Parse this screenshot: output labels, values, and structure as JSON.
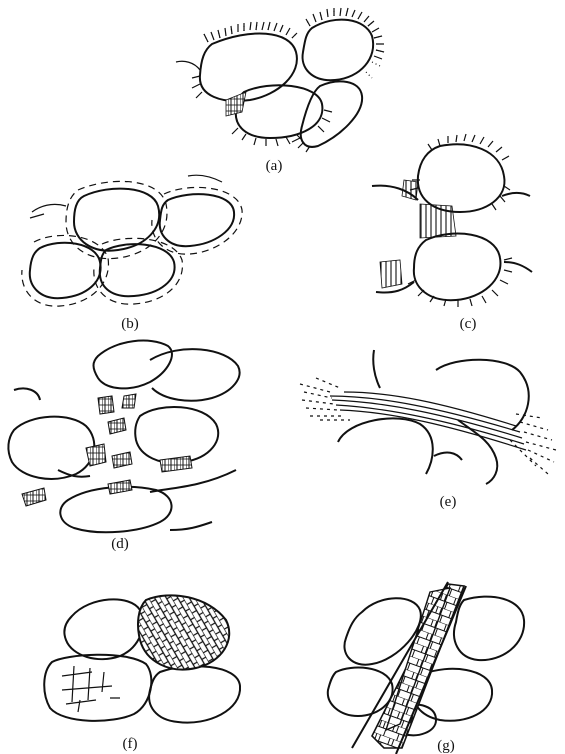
{
  "figure": {
    "panels": [
      {
        "id": "a",
        "label": "(a)"
      },
      {
        "id": "b",
        "label": "(b)"
      },
      {
        "id": "c",
        "label": "(c)"
      },
      {
        "id": "d",
        "label": "(d)"
      },
      {
        "id": "e",
        "label": "(e)"
      },
      {
        "id": "f",
        "label": "(f)"
      },
      {
        "id": "g",
        "label": "(g)"
      }
    ]
  }
}
